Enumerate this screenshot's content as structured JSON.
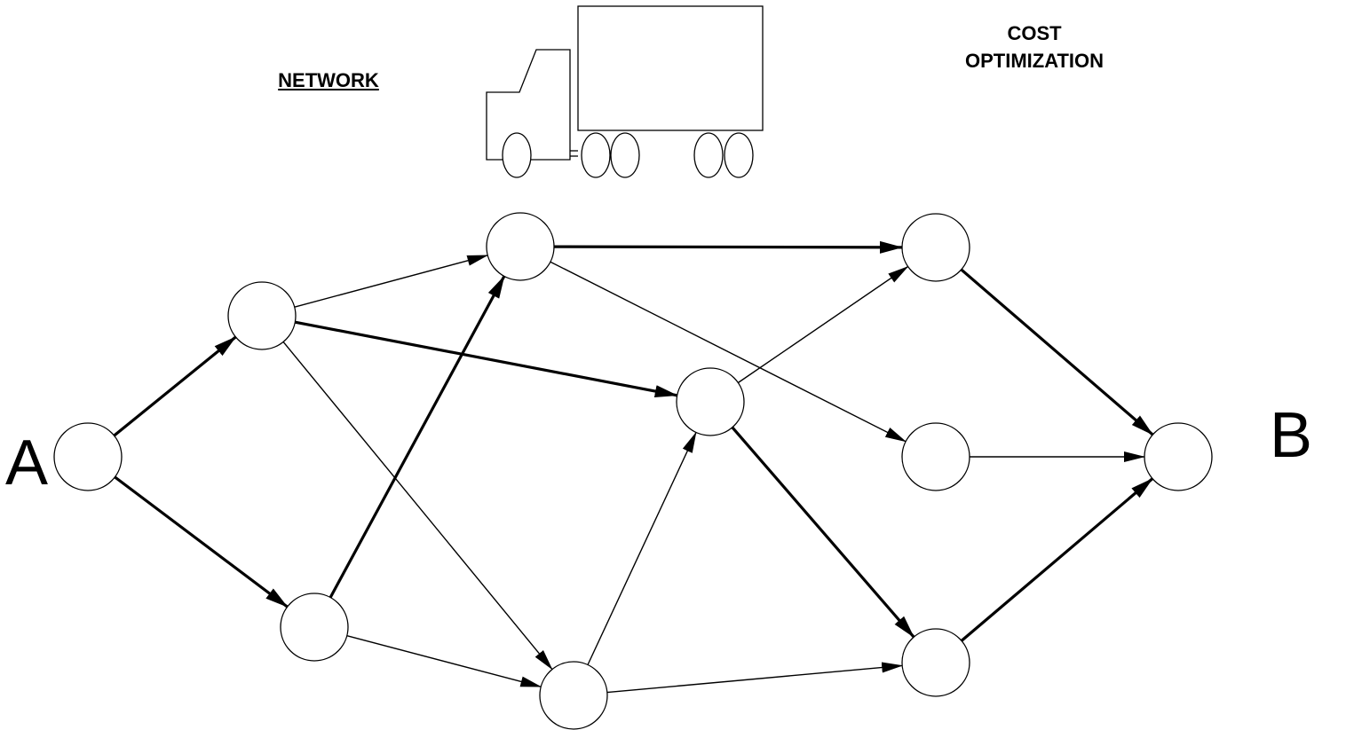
{
  "title": "NETWORK",
  "subtitle": {
    "line1": "COST",
    "line2": "OPTIMIZATION"
  },
  "endpoints": {
    "start": "A",
    "end": "B"
  },
  "nodes": [
    "A",
    "n1",
    "n2",
    "n3",
    "n4",
    "n5",
    "n6",
    "n7",
    "n8",
    "n9",
    "B"
  ],
  "edges": [
    {
      "from": "A",
      "to": "n1",
      "optimal": true
    },
    {
      "from": "A",
      "to": "n2",
      "optimal": true
    },
    {
      "from": "n1",
      "to": "n3",
      "optimal": false
    },
    {
      "from": "n1",
      "to": "n5",
      "optimal": true
    },
    {
      "from": "n1",
      "to": "n4",
      "optimal": false
    },
    {
      "from": "n2",
      "to": "n3",
      "optimal": true
    },
    {
      "from": "n2",
      "to": "n4",
      "optimal": false
    },
    {
      "from": "n3",
      "to": "n6",
      "optimal": true
    },
    {
      "from": "n3",
      "to": "n7",
      "optimal": false
    },
    {
      "from": "n4",
      "to": "n5",
      "optimal": false
    },
    {
      "from": "n4",
      "to": "n8",
      "optimal": false
    },
    {
      "from": "n5",
      "to": "n6",
      "optimal": false
    },
    {
      "from": "n5",
      "to": "n8",
      "optimal": true
    },
    {
      "from": "n6",
      "to": "B",
      "optimal": true
    },
    {
      "from": "n7",
      "to": "B",
      "optimal": false
    },
    {
      "from": "n8",
      "to": "B",
      "optimal": true
    }
  ],
  "truck_icon": "truck-icon"
}
